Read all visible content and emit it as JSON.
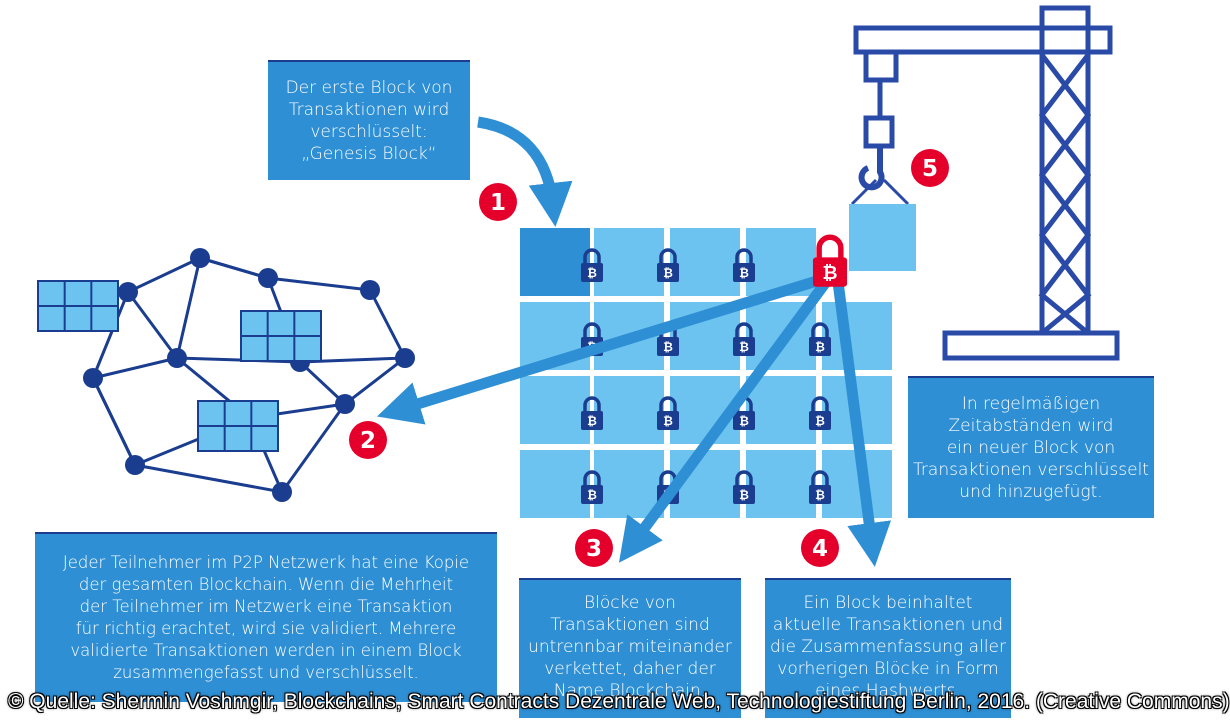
{
  "colors": {
    "dark_blue": "#1b3d8f",
    "mid_blue": "#2e8fd4",
    "light_blue": "#6cc3ef",
    "red": "#e4002b",
    "white": "#ffffff"
  },
  "callouts": {
    "genesis": "Der erste Block von\nTransaktionen wird\nverschlüsselt:\n„Genesis Block“",
    "p2p": "Jeder Teilnehmer im P2P Netzwerk hat eine Kopie\nder gesamten Blockchain. Wenn die Mehrheit\nder Teilnehmer im Netzwerk eine Transaktion\nfür richtig erachtet, wird sie validiert. Mehrere\nvalidierte Transaktionen werden in einem Block\nzusammengefasst und verschlüsselt.",
    "chained": "Blöcke von\nTransaktionen sind\nuntrennbar miteinander\nverkettet, daher der\nName Blockchain.",
    "contents": "Ein Block beinhaltet\naktuelle Transaktionen und\ndie Zusammenfassung aller\nvorherigen Blöcke in Form\neines Hashwerts.",
    "interval": "In regelmäßigen\nZeitabständen wird\nein neuer Block von\nTransaktionen verschlüsselt\nund hinzugefügt."
  },
  "steps": [
    "1",
    "2",
    "3",
    "4",
    "5"
  ],
  "lock_symbol": "₿",
  "icons": [
    "bitcoin-lock-icon",
    "crane-icon",
    "network-icon"
  ],
  "source_caption": "© Quelle: Shermin Voshmgir, Blockchains, Smart Contracts Dezentrale Web, Technologiestiftung Berlin, 2016. (Creative Commons)"
}
